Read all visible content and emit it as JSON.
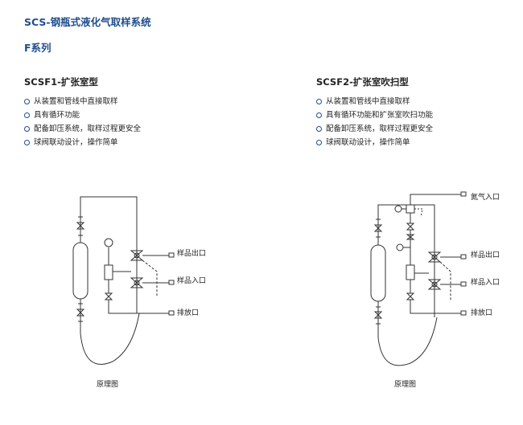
{
  "header": {
    "title": "SCS-钢瓶式液化气取样系统",
    "series": "F系列"
  },
  "left": {
    "title": "SCSF1-扩张室型",
    "features": [
      "从装置和管线中直接取样",
      "具有循环功能",
      "配备卸压系统，取样过程更安全",
      "球阀联动设计，操作简单"
    ],
    "labels": {
      "outlet": "样品出口",
      "inlet": "样品入口",
      "drain": "排放口"
    },
    "caption": "原理图"
  },
  "right": {
    "title": "SCSF2-扩张室吹扫型",
    "features": [
      "从装置和管线中直接取样",
      "具有循环功能和扩张室吹扫功能",
      "配备卸压系统，取样过程更安全",
      "球阀联动设计，操作简单"
    ],
    "labels": {
      "nitrogen": "氮气入口",
      "outlet": "样品出口",
      "inlet": "样品入口",
      "drain": "排放口"
    },
    "caption": "原理图"
  },
  "colors": {
    "accent": "#1f4e8c",
    "line": "#333333"
  }
}
